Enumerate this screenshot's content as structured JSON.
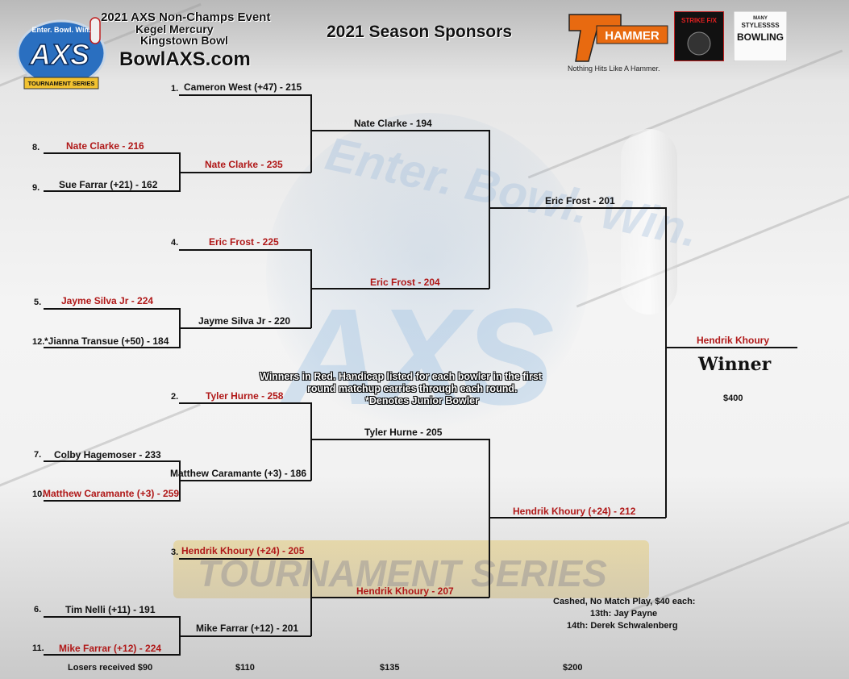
{
  "header": {
    "event_line1": "2021 AXS Non-Champs Event",
    "event_line2": "Kegel Mercury",
    "event_line3": "Kingstown Bowl",
    "website": "BowlAXS.com",
    "sponsors_title": "2021 Season Sponsors"
  },
  "logo": {
    "tagline": "Enter. Bowl. Win.",
    "mark": "AXS",
    "series": "TOURNAMENT SERIES"
  },
  "sponsors": {
    "hammer": {
      "name": "HAMMER",
      "tagline": "Nothing Hits Like A Hammer."
    },
    "strike": {
      "name": "STRIKE F/X"
    },
    "many": {
      "top": "MANY",
      "middle": "STYLESSSS",
      "name": "BOWLING"
    }
  },
  "background": {
    "watermark": "AXS",
    "arc_text": "Enter. Bowl. Win.",
    "band_text": "TOURNAMENT SERIES"
  },
  "bracket": {
    "round1": [
      {
        "seed": "1.",
        "label": "Cameron West (+47) - 215",
        "winner": false
      },
      {
        "seed": "8.",
        "label": "Nate Clarke - 216",
        "winner": true
      },
      {
        "seed": "9.",
        "label": "Sue Farrar (+21) - 162",
        "winner": false
      },
      {
        "seed": "4.",
        "label": "",
        "winner": false
      },
      {
        "seed": "5.",
        "label": "Jayme Silva Jr - 224",
        "winner": true
      },
      {
        "seed": "12.",
        "label": "*Jianna Transue (+50) - 184",
        "winner": false
      },
      {
        "seed": "2.",
        "label": "",
        "winner": false
      },
      {
        "seed": "7.",
        "label": "Colby Hagemoser - 233",
        "winner": false
      },
      {
        "seed": "10.",
        "label": "Matthew Caramante (+3) - 259",
        "winner": true
      },
      {
        "seed": "3.",
        "label": "",
        "winner": false
      },
      {
        "seed": "6.",
        "label": "Tim Nelli (+11) - 191",
        "winner": false
      },
      {
        "seed": "11.",
        "label": "Mike Farrar (+12) - 224",
        "winner": true
      }
    ],
    "round2": [
      {
        "label": "Nate Clarke - 235",
        "winner": true
      },
      {
        "label": "Eric Frost - 225",
        "winner": true
      },
      {
        "label": "Jayme Silva Jr - 220",
        "winner": false
      },
      {
        "label": "Tyler Hurne - 258",
        "winner": true
      },
      {
        "label": "Matthew Caramante (+3) - 186",
        "winner": false
      },
      {
        "label": "Hendrik Khoury (+24) - 205",
        "winner": true
      },
      {
        "label": "Mike Farrar (+12) - 201",
        "winner": false
      }
    ],
    "round3": [
      {
        "label": "Nate Clarke - 194",
        "winner": false
      },
      {
        "label": "Eric Frost - 204",
        "winner": true
      },
      {
        "label": "Tyler Hurne - 205",
        "winner": false
      },
      {
        "label": "Hendrik Khoury - 207",
        "winner": true
      }
    ],
    "semis": [
      {
        "label": "Eric Frost - 201",
        "winner": false
      },
      {
        "label": "Hendrik Khoury (+24) - 212",
        "winner": true
      }
    ],
    "champion": {
      "label": "Hendrik Khoury",
      "title": "Winner",
      "prize": "$400"
    }
  },
  "notes": {
    "line1": "Winners in Red.  Handicap listed for each bowler in the first",
    "line2": "round matchup carries through each round.",
    "line3": "*Denotes Junior Bowler"
  },
  "cashed": {
    "title": "Cashed, No Match Play, $40 each:",
    "line1": "13th: Jay Payne",
    "line2": "14th: Derek Schwalenberg"
  },
  "payouts": {
    "round1": "Losers received $90",
    "round2": "$110",
    "round3": "$135",
    "round4": "$200"
  },
  "colors": {
    "winner": "#b01818",
    "text": "#111111",
    "note_text": "#ffffff"
  }
}
